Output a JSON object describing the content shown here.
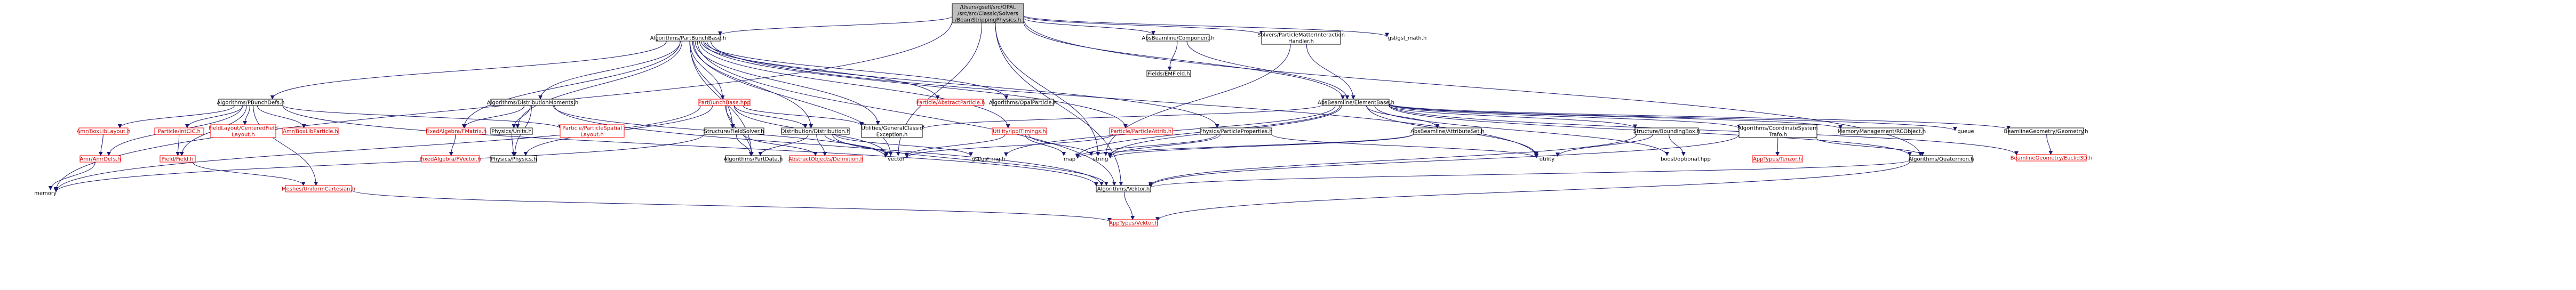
{
  "page": {
    "background": "#ffffff"
  },
  "colors": {
    "edge": "#191970",
    "root_fill": "#bfbfbf",
    "missing_border": "#ff0000"
  },
  "nodes": [
    {
      "id": "root",
      "lines": [
        "/Users/gsell/src/OPAL",
        "/src/src/Classic/Solvers",
        "/BeamStrippingPhysics.h"
      ],
      "kind": "root"
    },
    {
      "id": "partbunch",
      "lines": [
        "Algorithms/PartBunchBase.h"
      ],
      "kind": "ok"
    },
    {
      "id": "abscomp",
      "lines": [
        "AbsBeamline/Component.h"
      ],
      "kind": "ok"
    },
    {
      "id": "pmih",
      "lines": [
        "Solvers/ParticleMatterInteraction",
        "Handler.h"
      ],
      "kind": "ok"
    },
    {
      "id": "gslmath",
      "lines": [
        "gsl/gsl_math.h"
      ],
      "kind": "plain"
    },
    {
      "id": "fieldsemfield",
      "lines": [
        "Fields/EMField.h"
      ],
      "kind": "ok"
    },
    {
      "id": "abselementbase",
      "lines": [
        "AbsBeamline/ElementBase.h"
      ],
      "kind": "ok"
    },
    {
      "id": "pbunchdefs",
      "lines": [
        "Algorithms/PBunchDefs.h"
      ],
      "kind": "ok"
    },
    {
      "id": "distmoments",
      "lines": [
        "Algorithms/DistributionMoments.h"
      ],
      "kind": "ok"
    },
    {
      "id": "pbunchbase_hpp",
      "lines": [
        "PartBunchBase.hpp"
      ],
      "kind": "missing"
    },
    {
      "id": "particleabstract",
      "lines": [
        "Particle/AbstractParticle.h"
      ],
      "kind": "missing"
    },
    {
      "id": "opalparticle",
      "lines": [
        "Algorithms/OpalParticle.h"
      ],
      "kind": "ok"
    },
    {
      "id": "amrboxliblayout",
      "lines": [
        "Amr/BoxLibLayout.h"
      ],
      "kind": "missing"
    },
    {
      "id": "particleintcic",
      "lines": [
        "Particle/IntCIC.h"
      ],
      "kind": "missing"
    },
    {
      "id": "fieldlayout",
      "lines": [
        "FieldLayout/CenteredField",
        "Layout.h"
      ],
      "kind": "missing"
    },
    {
      "id": "amrboxlibparticle",
      "lines": [
        "Amr/BoxLibParticle.h"
      ],
      "kind": "missing"
    },
    {
      "id": "fixedalgebra",
      "lines": [
        "FixedAlgebra/FMatrix.h"
      ],
      "kind": "missing"
    },
    {
      "id": "physicsunits",
      "lines": [
        "Physics/Units.h"
      ],
      "kind": "ok"
    },
    {
      "id": "particlespatial",
      "lines": [
        "Particle/ParticleSpatial",
        "Layout.h"
      ],
      "kind": "missing"
    },
    {
      "id": "fieldsolver",
      "lines": [
        "Structure/FieldSolver.h"
      ],
      "kind": "ok"
    },
    {
      "id": "distribution",
      "lines": [
        "Distribution/Distribution.h"
      ],
      "kind": "ok"
    },
    {
      "id": "utilgeneral",
      "lines": [
        "Utilities/GeneralClassic",
        "Exception.h"
      ],
      "kind": "ok"
    },
    {
      "id": "utilipptimings",
      "lines": [
        "Utility/IpplTimings.h"
      ],
      "kind": "missing"
    },
    {
      "id": "particleattrib",
      "lines": [
        "Particle/ParticleAttrib.h"
      ],
      "kind": "missing"
    },
    {
      "id": "physicsproperties",
      "lines": [
        "Physics/ParticleProperties.h"
      ],
      "kind": "ok"
    },
    {
      "id": "absattributeset",
      "lines": [
        "AbsBeamline/AttributeSet.h"
      ],
      "kind": "ok"
    },
    {
      "id": "boundingbox",
      "lines": [
        "Structure/BoundingBox.h"
      ],
      "kind": "ok"
    },
    {
      "id": "coordsystrafo",
      "lines": [
        "Algorithms/CoordinateSystem",
        "Trafo.h"
      ],
      "kind": "ok"
    },
    {
      "id": "memorymanagement",
      "lines": [
        "MemoryManagement/RCObject.h"
      ],
      "kind": "ok"
    },
    {
      "id": "queue",
      "lines": [
        "queue"
      ],
      "kind": "plain"
    },
    {
      "id": "beamgeometry",
      "lines": [
        "BeamlineGeometry/Geometry.h"
      ],
      "kind": "ok"
    },
    {
      "id": "beamgeomeuclid",
      "lines": [
        "BeamlineGeometry/Euclid3D.h"
      ],
      "kind": "missing"
    },
    {
      "id": "amrdefs",
      "lines": [
        "Amr/AmrDefs.h"
      ],
      "kind": "missing"
    },
    {
      "id": "fieldfield",
      "lines": [
        "Field/Field.h"
      ],
      "kind": "missing"
    },
    {
      "id": "fixedvector",
      "lines": [
        "FixedAlgebra/FVector.h"
      ],
      "kind": "missing"
    },
    {
      "id": "physicsphysics",
      "lines": [
        "Physics/Physics.h"
      ],
      "kind": "ok"
    },
    {
      "id": "partdata",
      "lines": [
        "Algorithms/PartData.h"
      ],
      "kind": "ok"
    },
    {
      "id": "abstractobjects",
      "lines": [
        "AbstractObjects/Definition.h"
      ],
      "kind": "missing"
    },
    {
      "id": "vector",
      "lines": [
        "vector"
      ],
      "kind": "plain"
    },
    {
      "id": "gslrng",
      "lines": [
        "gsl/gsl_rng.h"
      ],
      "kind": "plain"
    },
    {
      "id": "map",
      "lines": [
        "map"
      ],
      "kind": "plain"
    },
    {
      "id": "string",
      "lines": [
        "string"
      ],
      "kind": "plain"
    },
    {
      "id": "utility",
      "lines": [
        "utility"
      ],
      "kind": "plain"
    },
    {
      "id": "boostoptional",
      "lines": [
        "boost/optional.hpp"
      ],
      "kind": "plain"
    },
    {
      "id": "apptensor",
      "lines": [
        "AppTypes/Tenzor.h"
      ],
      "kind": "missing"
    },
    {
      "id": "quaternion",
      "lines": [
        "Algorithms/Quaternion.h"
      ],
      "kind": "ok"
    },
    {
      "id": "meshes",
      "lines": [
        "Meshes/UniformCartesian.h"
      ],
      "kind": "missing"
    },
    {
      "id": "memory",
      "lines": [
        "memory"
      ],
      "kind": "plain"
    },
    {
      "id": "algvector",
      "lines": [
        "Algorithms/Vektor.h"
      ],
      "kind": "ok"
    },
    {
      "id": "appvector",
      "lines": [
        "AppTypes/Vektor.h"
      ],
      "kind": "missing"
    }
  ]
}
